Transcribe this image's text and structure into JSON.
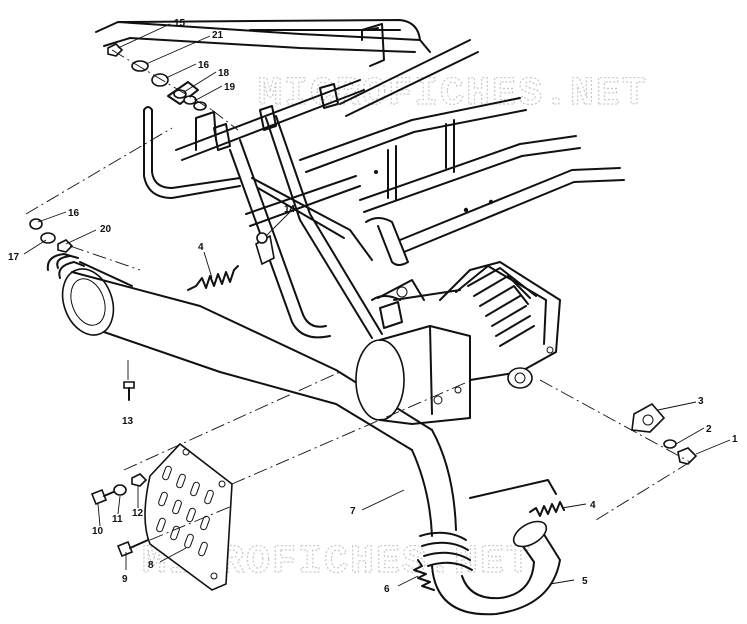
{
  "watermarks": [
    "MICROFICHES.NET",
    "MICROFICHES.NET"
  ],
  "callouts": [
    "1",
    "2",
    "3",
    "4",
    "4",
    "5",
    "6",
    "7",
    "8",
    "9",
    "10",
    "11",
    "12",
    "13",
    "14",
    "15",
    "16",
    "16",
    "17",
    "18",
    "19",
    "20",
    "21"
  ]
}
